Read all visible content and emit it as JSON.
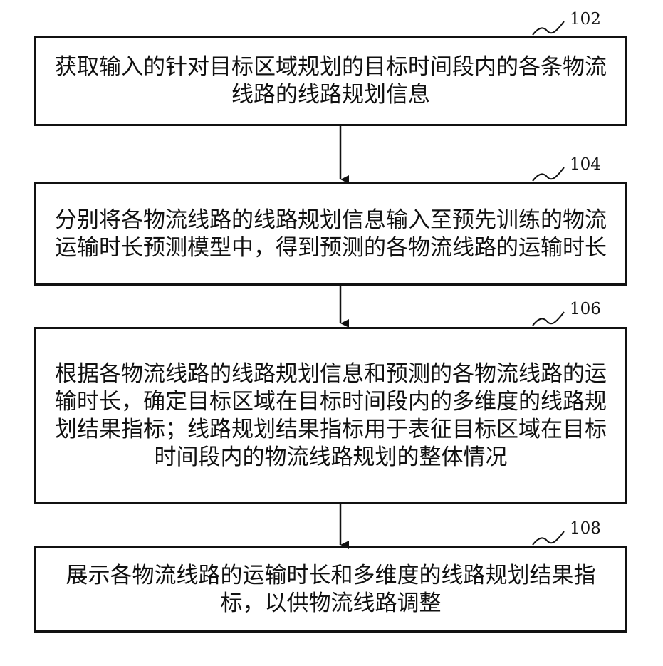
{
  "steps": [
    {
      "id": "102",
      "text": "获取输入的针对目标区域规划的目标时间段内的各条物流线路的线路规划信息"
    },
    {
      "id": "104",
      "text": "分别将各物流线路的线路规划信息输入至预先训练的物流运输时长预测模型中，得到预测的各物流线路的运输时长"
    },
    {
      "id": "106",
      "text": "根据各物流线路的线路规划信息和预测的各物流线路的运输时长，确定目标区域在目标时间段内的多维度的线路规划结果指标；线路规划结果指标用于表征目标区域在目标时间段内的物流线路规划的整体情况"
    },
    {
      "id": "108",
      "text": "展示各物流线路的运输时长和多维度的线路规划结果指标，以供物流线路调整"
    }
  ]
}
